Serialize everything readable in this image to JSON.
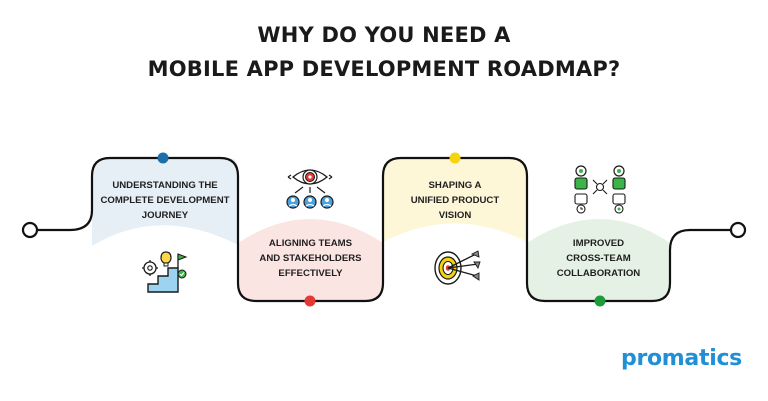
{
  "title": {
    "line1": "WHY DO YOU NEED A",
    "line2": "MOBILE APP DEVELOPMENT ROADMAP?"
  },
  "steps": [
    {
      "line1": "UNDERSTANDING THE",
      "line2": "COMPLETE DEVELOPMENT",
      "line3": "JOURNEY",
      "tint": "#e6eef6",
      "dot_color": "#1e6fa8",
      "icon": "stairs-goal-icon"
    },
    {
      "line1": "ALIGNING TEAMS",
      "line2": "AND STAKEHOLDERS",
      "line3": "EFFECTIVELY",
      "tint": "#fbe5e3",
      "dot_color": "#e53935",
      "icon": "target-team-icon"
    },
    {
      "line1": "SHAPING A",
      "line2": "UNIFIED PRODUCT",
      "line3": "VISION",
      "tint": "#fdf7d8",
      "dot_color": "#f5d40f",
      "icon": "target-arrows-icon"
    },
    {
      "line1": "IMPROVED",
      "line2": "CROSS-TEAM",
      "line3": "COLLABORATION",
      "tint": "#e4f1e4",
      "dot_color": "#1e9b3a",
      "icon": "collaboration-network-icon"
    }
  ],
  "brand": {
    "name": "promatics",
    "color": "#1f8fd6"
  }
}
